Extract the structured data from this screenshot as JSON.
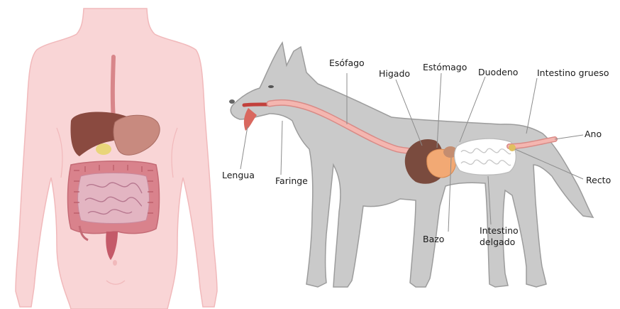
{
  "dog_labels": {
    "esofago": "Esófago",
    "higado": "Higado",
    "estomago": "Estómago",
    "duodeno": "Duodeno",
    "intestino_grueso": "Intestino grueso",
    "ano": "Ano",
    "recto": "Recto",
    "lengua": "Lengua",
    "faringe": "Faringe",
    "bazo": "Bazo",
    "intestino_delgado_1": "Intestino",
    "intestino_delgado_2": "delgado"
  },
  "colors": {
    "human_body": "#f9d5d6",
    "human_outline": "#f1b9bb",
    "dog_body": "#c9c9c9",
    "dog_outline": "#9c9c9c",
    "tract_pink": "#f1a9a3",
    "liver": "#8a5246",
    "stomach": "#f3a877",
    "intestine": "#ffffff",
    "leader_line": "#8c8c8c"
  }
}
